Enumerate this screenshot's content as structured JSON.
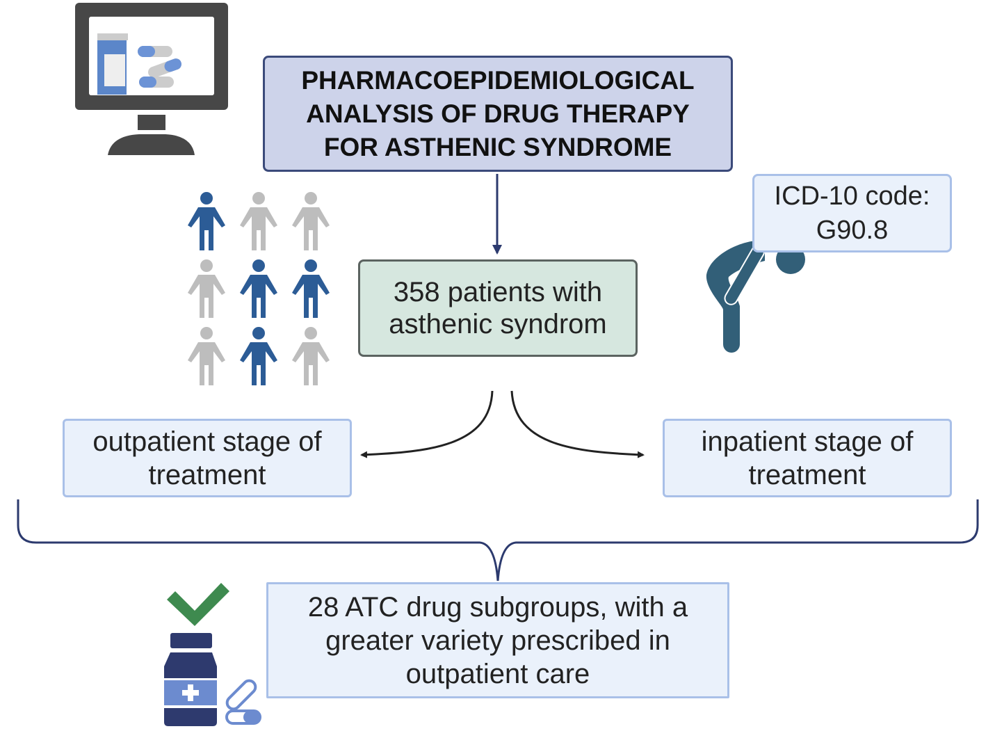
{
  "title": {
    "line1": "PHARMACOEPIDEMIOLOGICAL",
    "line2": "ANALYSIS OF DRUG THERAPY",
    "line3": "FOR ASTHENIC SYNDROME"
  },
  "icd": {
    "line1": "ICD-10 code:",
    "line2": "G90.8"
  },
  "patients": {
    "line1": "358 patients with",
    "line2": "asthenic syndrom"
  },
  "outpatient": {
    "line1": "outpatient stage of",
    "line2": "treatment"
  },
  "inpatient": {
    "line1": "inpatient stage of",
    "line2": "treatment"
  },
  "result": {
    "line1": "28 ATC drug subgroups, with a",
    "line2": "greater variety prescribed in",
    "line3": "outpatient care"
  },
  "icons": [
    "computer-pills-icon",
    "people-grid-icon",
    "fatigued-person-icon",
    "medicine-bottle-check-icon"
  ],
  "colors": {
    "title_fill": "#cdd3ea",
    "patients_fill": "#d6e7df",
    "stage_fill": "#eaf1fb",
    "person_highlight": "#2c5c96",
    "person_other": "#bdbdbd",
    "check": "#3e8a4f",
    "bottle": "#2e3a6e"
  }
}
